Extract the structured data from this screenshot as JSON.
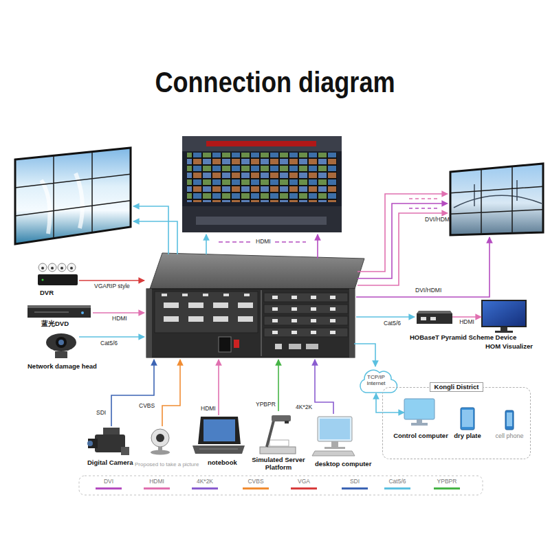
{
  "diagram": {
    "title": "Connection diagram",
    "nodes": [
      {
        "text": [
          "DVR"
        ]
      },
      {
        "text": [
          "蓝光DVD"
        ]
      },
      {
        "text": [
          "Network damage head"
        ]
      },
      {
        "text": [
          "HOBaseT Pyramid Scheme Device"
        ]
      },
      {
        "text": [
          "HOM Visualizer"
        ]
      },
      {
        "text": [
          "TCP/IP Internet"
        ]
      },
      {
        "text": [
          "Kongli District"
        ]
      },
      {
        "text": [
          "Control computer"
        ],
        "in": 6
      },
      {
        "text": [
          "dry plate"
        ],
        "in": 6
      },
      {
        "text": [
          "cell phone"
        ],
        "in": 6
      },
      {
        "text": [
          "Digital Camera"
        ]
      },
      {
        "text": [
          "Proposed to take a picture"
        ]
      },
      {
        "text": [
          "notebook"
        ]
      },
      {
        "text": [
          "Simulated Server Platform"
        ]
      },
      {
        "text": [
          "desktop computer"
        ]
      }
    ],
    "edges": [
      {
        "from": 3,
        "to": 4,
        "label": "HDMI",
        "arrow": "to"
      },
      {
        "from": 5,
        "to": 7,
        "arrow": "both"
      }
    ],
    "labels": [
      "VGARIP style",
      "HDMI",
      "Cat5/6",
      "HDMI",
      "DVI/HDM",
      "DVI/HDMI",
      "Cat5/6",
      "SDI",
      "CVBS",
      "HDMI",
      "YPBPR",
      "4K*2K"
    ],
    "legend": [
      {
        "text": "DVI",
        "color": "#b44cc0"
      },
      {
        "text": "HDMI",
        "color": "#e070b0"
      },
      {
        "text": "4K*2K",
        "color": "#8a5cd0"
      },
      {
        "text": "CVBS",
        "color": "#f08c32"
      },
      {
        "text": "VGA",
        "color": "#d83c3c"
      },
      {
        "text": "SDI",
        "color": "#3c64b4"
      },
      {
        "text": "Cat5/6",
        "color": "#5bc0e0"
      },
      {
        "text": "YPBPR",
        "color": "#46b446"
      }
    ]
  }
}
